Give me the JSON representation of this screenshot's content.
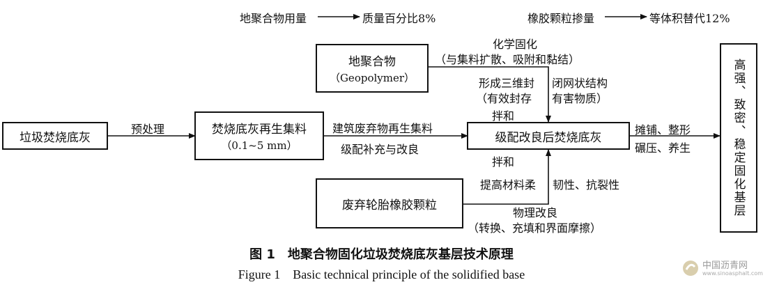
{
  "legend": {
    "left": {
      "from": "地聚合物用量",
      "to": "质量百分比8%"
    },
    "right": {
      "from": "橡胶颗粒掺量",
      "to": "等体积替代12%"
    }
  },
  "nodes": {
    "bottom_ash": "垃圾焚烧底灰",
    "recycled_agg": {
      "line1": "焚烧底灰再生集料",
      "line2": "（0.1~5 mm）"
    },
    "geopolymer": {
      "line1": "地聚合物",
      "line2": "（Geopolymer）"
    },
    "graded_ash": "级配改良后焚烧底灰",
    "rubber": "废弃轮胎橡胶颗粒",
    "base": "高强、致密、稳定固化基层"
  },
  "edge_labels": {
    "pretreat": "预处理",
    "construction_waste": "建筑废弃物再生集料",
    "grading": "级配补充与改良",
    "chem_cure": "化学固化",
    "chem_cure_detail": "（与集料扩散、吸附和黏结）",
    "seal_left1": "形成三维封",
    "seal_right1": "闭网状结构",
    "seal_left2": "（有效封存",
    "seal_right2": "有害物质）",
    "mix_top": "拌和",
    "mix_bottom": "拌和",
    "flex_left": "提高材料柔",
    "flex_right": "韧性、抗裂性",
    "phys": "物理改良",
    "phys_detail": "（转换、充填和界面摩擦）",
    "spread": "摊铺、整形",
    "compact": "碾压、养生"
  },
  "caption": {
    "cn": "图 1　地聚合物固化垃圾焚烧底灰基层技术原理",
    "en": "Figure 1　Basic technical principle of the solidified base"
  },
  "watermark": {
    "cn": "中国沥青网",
    "url": "www.sinoasphalt.com"
  }
}
